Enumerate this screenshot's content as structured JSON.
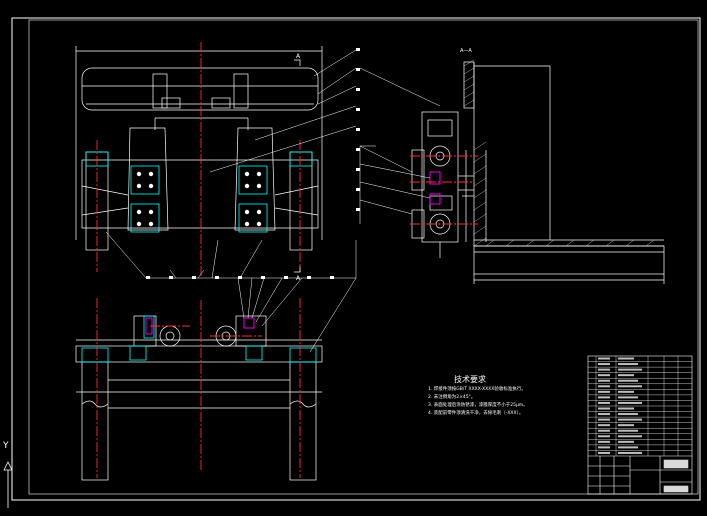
{
  "sheet": {
    "background": "#000000",
    "line_color": "#ffffff",
    "center_line_color": "#ff2a2a",
    "part_color": "#00ffff",
    "accent_color": "#ff00ff"
  },
  "technical_notes": {
    "title": "技术要求",
    "lines": [
      "1. 焊接件须按GB/T XXXX-XXXX验收标准执行。",
      "2. 未注倒角为2×45°。",
      "3. 表面处理后涂防锈漆，漆膜厚度不小于25μm。",
      "4. 装配前零件须清洗干净，去除毛刺（-XXX）。"
    ]
  },
  "section_label": "A—A",
  "view_markers": [
    "A",
    "A"
  ],
  "origin_axis_label": "Y",
  "balloon_count_right": 9,
  "balloon_count_bottom": 9
}
